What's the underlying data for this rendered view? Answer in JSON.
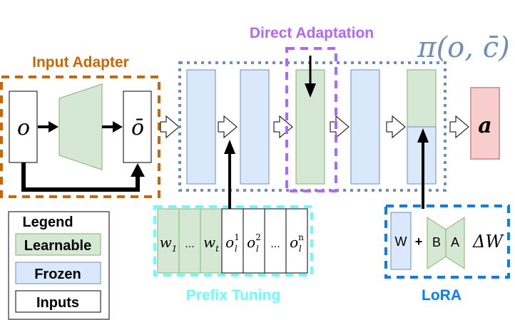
{
  "colors": {
    "learnable_fill": "#d5e8d4",
    "learnable_stroke": "#82b366",
    "frozen_fill": "#dae8fc",
    "frozen_stroke": "#6c8ebf",
    "output_fill": "#f8cecc",
    "output_stroke": "#d79b9b",
    "input_adapter": "#cc6600",
    "direct_adaptation": "#b266ff",
    "prefix_tuning": "#66ffff",
    "lora": "#007fff",
    "policy": "#6c8ebf"
  },
  "labels": {
    "input_adapter": "Input Adapter",
    "direct_adaptation": "Direct Adaptation",
    "prefix_tuning": "Prefix Tuning",
    "lora": "LoRA",
    "policy": "π(o, c̄)"
  },
  "input_adapter": {
    "input_symbol": "o",
    "output_symbol": "ō"
  },
  "output": {
    "symbol": "a"
  },
  "prefix_tokens": [
    {
      "text": "w",
      "sub": "1",
      "sup": "",
      "type": "learnable"
    },
    {
      "text": "...",
      "sub": "",
      "sup": "",
      "type": "learnable"
    },
    {
      "text": "w",
      "sub": "t",
      "sup": "",
      "type": "learnable"
    },
    {
      "text": "o",
      "sub": "l",
      "sup": "1",
      "type": "input"
    },
    {
      "text": "o",
      "sub": "l",
      "sup": "2",
      "type": "input"
    },
    {
      "text": "...",
      "sub": "",
      "sup": "",
      "type": "input"
    },
    {
      "text": "o",
      "sub": "l",
      "sup": "n",
      "type": "input"
    }
  ],
  "lora": {
    "w_label": "W",
    "plus": "+",
    "b_label": "B",
    "a_label": "A",
    "delta_label": "ΔW"
  },
  "legend": {
    "title": "Legend",
    "items": [
      {
        "label": "Learnable",
        "type": "learnable"
      },
      {
        "label": "Frozen",
        "type": "frozen"
      },
      {
        "label": "Inputs",
        "type": "input"
      }
    ]
  }
}
